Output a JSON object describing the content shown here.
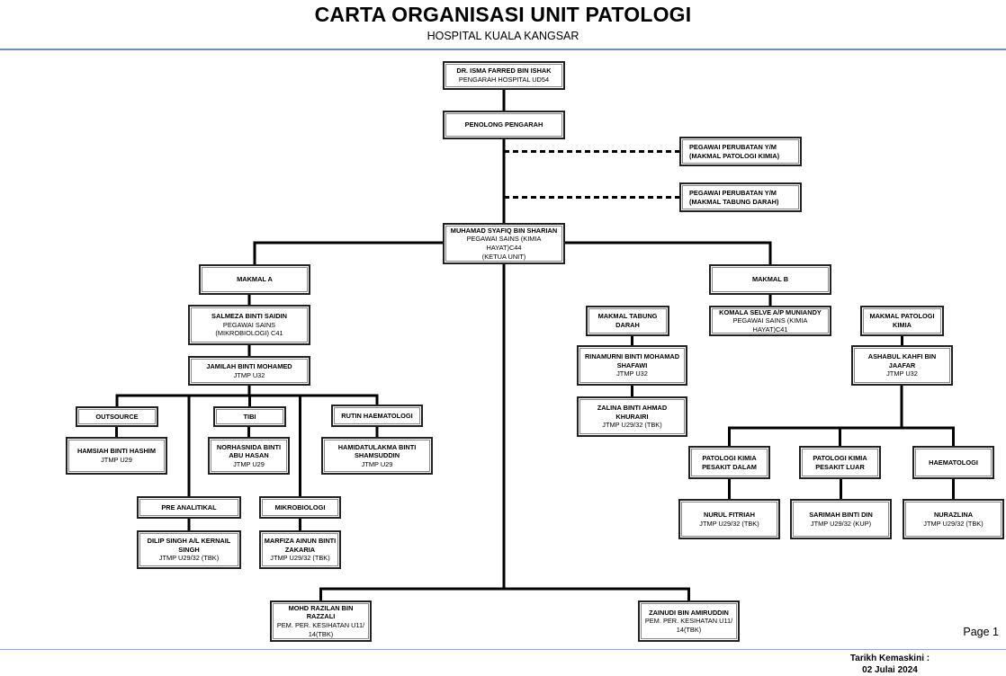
{
  "header": {
    "title": "CARTA ORGANISASI UNIT PATOLOGI",
    "subtitle": "HOSPITAL KUALA KANGSAR"
  },
  "footer": {
    "page_label": "Page 1",
    "updated_label": "Tarikh Kemaskini :",
    "updated_date": "02 Julai 2024"
  },
  "colors": {
    "rule": "#6d8fc5",
    "line": "#000000",
    "box_border": "#222222"
  },
  "nodes": {
    "pengarah": {
      "name": "DR. ISMA FARRED BIN ISHAK",
      "role": "PENGARAH HOSPITAL UD54"
    },
    "penolong": {
      "name": "PENOLONG PENGARAH"
    },
    "pp_kimia": {
      "name": "PEGAWAI PERUBATAN Y/M",
      "role": "(MAKMAL PATOLOGI KIMIA)"
    },
    "pp_darah": {
      "name": "PEGAWAI PERUBATAN Y/M",
      "role": "(MAKMAL TABUNG DARAH)"
    },
    "ketua": {
      "name": "MUHAMAD SYAFIQ BIN SHARIAN",
      "role": "PEGAWAI SAINS (KIMIA HAYAT)C44",
      "note": "(KETUA UNIT)"
    },
    "makmal_a": {
      "name": "MAKMAL A"
    },
    "salmeza": {
      "name": "SALMEZA BINTI SAIDIN",
      "role": "PEGAWAI SAINS (MIKROBIOLOGI) C41"
    },
    "jamilah": {
      "name": "JAMILAH BINTI MOHAMED",
      "role": "JTMP U32"
    },
    "outsource": {
      "name": "OUTSOURCE"
    },
    "tibi": {
      "name": "TIBI"
    },
    "rutin_haem": {
      "name": "RUTIN HAEMATOLOGI"
    },
    "hamsiah": {
      "name": "HAMSIAH BINTI HASHIM",
      "role": "JTMP U29"
    },
    "norhasnida": {
      "name": "NORHASNIDA BINTI ABU HASAN",
      "role": "JTMP U29"
    },
    "hamidatulakma": {
      "name": "HAMIDATULAKMA BINTI SHAMSUDDIN",
      "role": "JTMP U29"
    },
    "pre_analitikal": {
      "name": "PRE ANALITIKAL"
    },
    "mikrobiologi": {
      "name": "MIKROBIOLOGI"
    },
    "dilip": {
      "name": "DILIP SINGH A/L KERNAIL SINGH",
      "role": "JTMP U29/32 (TBK)"
    },
    "marfiza": {
      "name": "MARFIZA AINUN BINTI ZAKARIA",
      "role": "JTMP U29/32 (TBK)"
    },
    "makmal_b": {
      "name": "MAKMAL B"
    },
    "komala": {
      "name": "KOMALA SELVE A/P MUNIANDY",
      "role": "PEGAWAI SAINS (KIMIA HAYAT)C41"
    },
    "makmal_tabung": {
      "name": "MAKMAL TABUNG DARAH"
    },
    "rinamurni": {
      "name": "RINAMURNI BINTI MOHAMAD SHAFAWI",
      "role": "JTMP U32"
    },
    "zalina": {
      "name": "ZALINA BINTI AHMAD KHURAIRI",
      "role": "JTMP U29/32 (TBK)"
    },
    "makmal_patologi": {
      "name": "MAKMAL PATOLOGI KIMIA"
    },
    "ashabul": {
      "name": "ASHABUL KAHFI BIN JAAFAR",
      "role": "JTMP U32"
    },
    "pk_dalam": {
      "name": "PATOLOGI KIMIA PESAKIT DALAM"
    },
    "pk_luar": {
      "name": "PATOLOGI KIMIA PESAKIT LUAR"
    },
    "haematologi": {
      "name": "HAEMATOLOGI"
    },
    "nurul": {
      "name": "NURUL FITRIAH",
      "role": "JTMP U29/32 (TBK)"
    },
    "sarimah": {
      "name": "SARIMAH BINTI DIN",
      "role": "JTMP U29/32 (KUP)"
    },
    "nurazlina": {
      "name": "NURAZLINA",
      "role": "JTMP U29/32 (TBK)"
    },
    "mohd_razilan": {
      "name": "MOHD RAZILAN BIN RAZZALI",
      "role": "PEM. PER. KESIHATAN U11/ 14(TBK)"
    },
    "zainudi": {
      "name": "ZAINUDI BIN AMIRUDDIN",
      "role": "PEM. PER. KESIHATAN U11/ 14(TBK)"
    }
  },
  "edges": [
    {
      "from": "pengarah",
      "to": "penolong",
      "style": "solid"
    },
    {
      "from": "penolong",
      "to": "ketua",
      "style": "solid"
    },
    {
      "from": "penolong",
      "to": "pp_kimia",
      "style": "dashed"
    },
    {
      "from": "penolong",
      "to": "pp_darah",
      "style": "dashed"
    },
    {
      "from": "ketua",
      "to": "makmal_a",
      "style": "solid"
    },
    {
      "from": "ketua",
      "to": "makmal_b",
      "style": "solid"
    },
    {
      "from": "makmal_a",
      "to": "salmeza",
      "style": "solid"
    },
    {
      "from": "salmeza",
      "to": "jamilah",
      "style": "solid"
    },
    {
      "from": "jamilah",
      "to": "outsource",
      "style": "solid"
    },
    {
      "from": "jamilah",
      "to": "tibi",
      "style": "solid"
    },
    {
      "from": "jamilah",
      "to": "rutin_haem",
      "style": "solid"
    },
    {
      "from": "jamilah",
      "to": "pre_analitikal",
      "style": "solid"
    },
    {
      "from": "jamilah",
      "to": "mikrobiologi",
      "style": "solid"
    },
    {
      "from": "outsource",
      "to": "hamsiah",
      "style": "solid"
    },
    {
      "from": "tibi",
      "to": "norhasnida",
      "style": "solid"
    },
    {
      "from": "rutin_haem",
      "to": "hamidatulakma",
      "style": "solid"
    },
    {
      "from": "pre_analitikal",
      "to": "dilip",
      "style": "solid"
    },
    {
      "from": "mikrobiologi",
      "to": "marfiza",
      "style": "solid"
    },
    {
      "from": "makmal_b",
      "to": "komala",
      "style": "solid"
    },
    {
      "from": "makmal_tabung",
      "to": "rinamurni",
      "style": "solid"
    },
    {
      "from": "rinamurni",
      "to": "zalina",
      "style": "solid"
    },
    {
      "from": "makmal_patologi",
      "to": "ashabul",
      "style": "solid"
    },
    {
      "from": "ashabul",
      "to": "pk_dalam",
      "style": "solid"
    },
    {
      "from": "ashabul",
      "to": "pk_luar",
      "style": "solid"
    },
    {
      "from": "ashabul",
      "to": "haematologi",
      "style": "solid"
    },
    {
      "from": "pk_dalam",
      "to": "nurul",
      "style": "solid"
    },
    {
      "from": "pk_luar",
      "to": "sarimah",
      "style": "solid"
    },
    {
      "from": "haematologi",
      "to": "nurazlina",
      "style": "solid"
    },
    {
      "from": "ketua",
      "to": "mohd_razilan",
      "style": "solid"
    },
    {
      "from": "ketua",
      "to": "zainudi",
      "style": "solid"
    }
  ]
}
